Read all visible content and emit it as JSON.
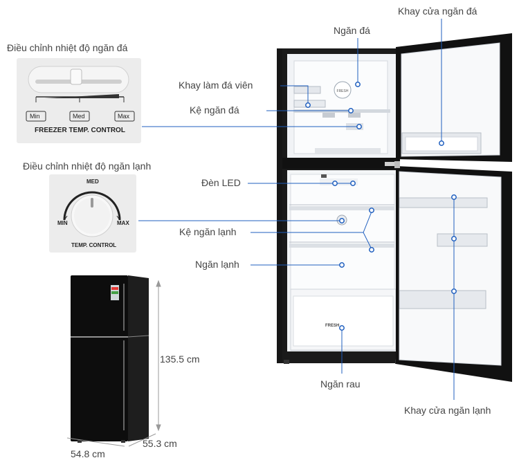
{
  "labels": {
    "ngan_da": "Ngăn đá",
    "khay_cua_ngan_da": "Khay cửa ngăn đá",
    "dieu_chinh_ngan_da": "Điều chỉnh nhiệt độ ngăn đá",
    "khay_lam_da_vien": "Khay làm đá viên",
    "ke_ngan_da": "Kệ ngăn đá",
    "dieu_chinh_ngan_lanh": "Điều chỉnh nhiệt độ ngăn lạnh",
    "den_led": "Đèn LED",
    "ke_ngan_lanh": "Kệ ngăn lạnh",
    "ngan_lanh": "Ngăn lạnh",
    "ngan_rau": "Ngăn rau",
    "khay_cua_ngan_lanh": "Khay cửa ngăn lạnh"
  },
  "freezer_control": {
    "min": "Min",
    "med": "Med",
    "max": "Max",
    "caption": "FREEZER TEMP. CONTROL"
  },
  "fridge_control": {
    "med": "MED",
    "min": "MIN",
    "max": "MAX",
    "caption": "TEMP. CONTROL"
  },
  "dimensions": {
    "height": "135.5 cm",
    "width": "54.8 cm",
    "depth": "55.3 cm"
  },
  "badges": {
    "fresh": "FRESH",
    "fresh_drawer": "FRESH"
  },
  "colors": {
    "cabinet": "#111111",
    "interior": "#f7f8fa",
    "marker": "#1f5fbf",
    "panel": "#ececec"
  }
}
